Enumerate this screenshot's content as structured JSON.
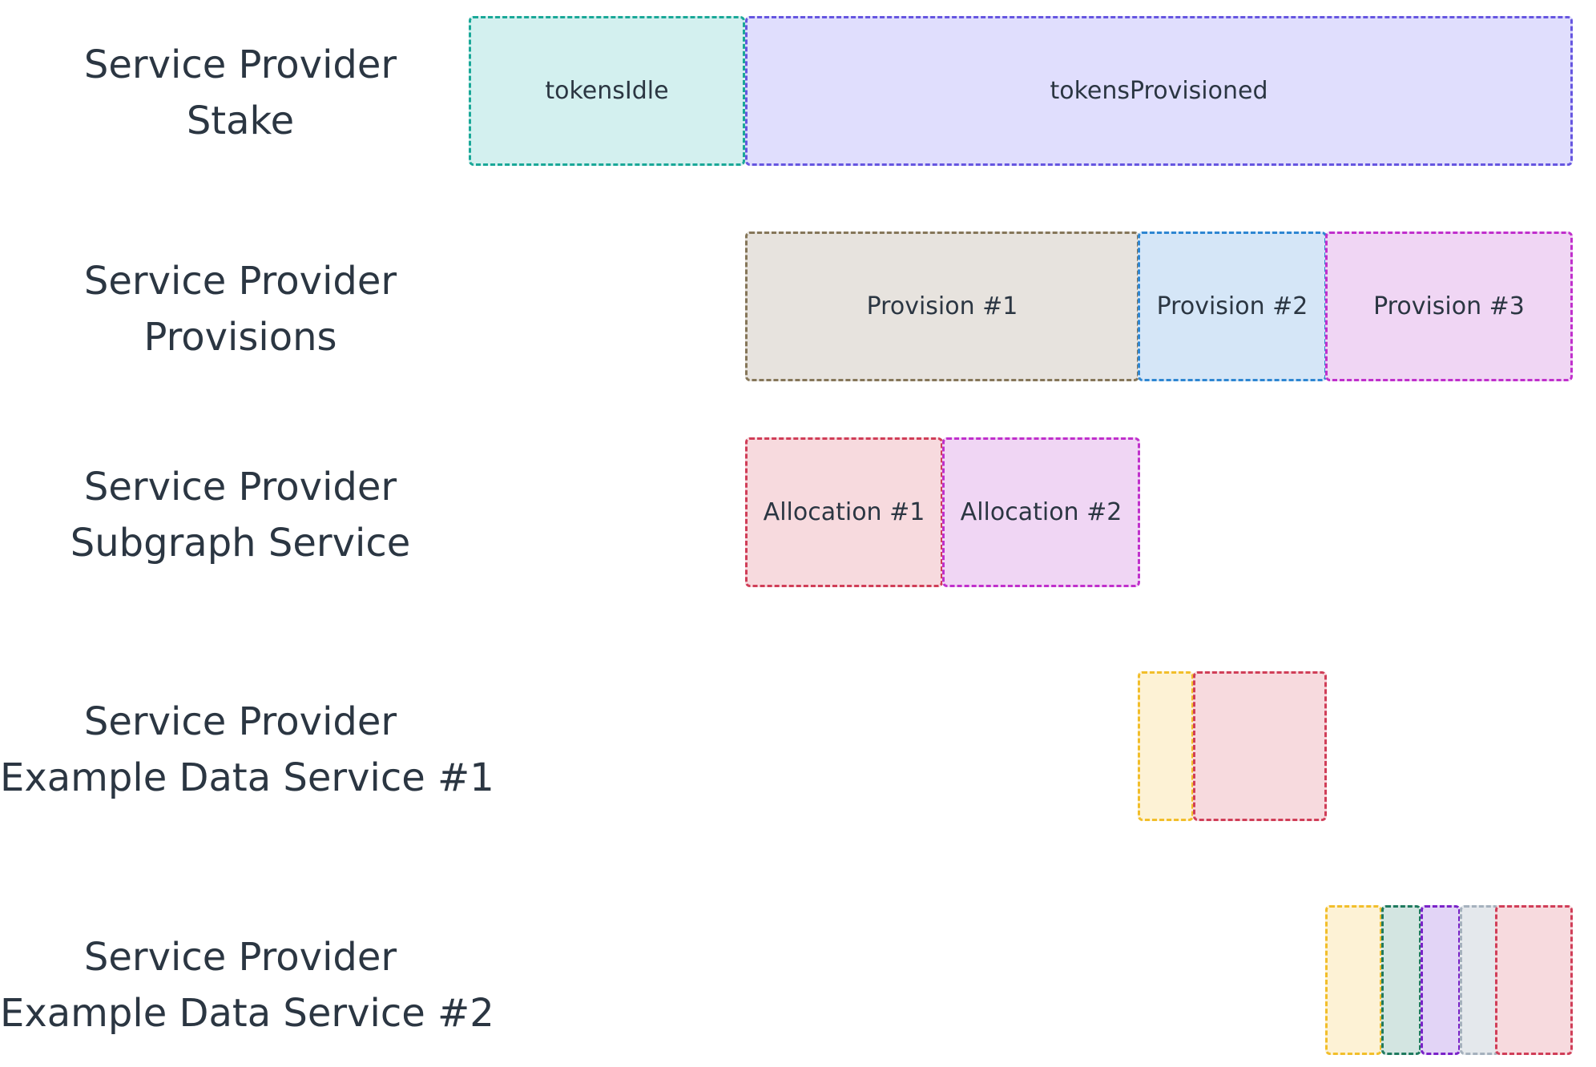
{
  "rows": [
    {
      "id": "stake",
      "label_lines": [
        "Service Provider",
        "Stake"
      ],
      "blocks": [
        {
          "id": "tokens-idle",
          "label": "tokensIdle",
          "border": "#1aa898",
          "fill": "#d3f0ef"
        },
        {
          "id": "tokens-provisioned",
          "label": "tokensProvisioned",
          "border": "#6656e0",
          "fill": "#e0defd"
        }
      ]
    },
    {
      "id": "provisions",
      "label_lines": [
        "Service Provider",
        "Provisions"
      ],
      "blocks": [
        {
          "id": "provision-1",
          "label": "Provision #1",
          "border": "#857659",
          "fill": "#e7e3de"
        },
        {
          "id": "provision-2",
          "label": "Provision #2",
          "border": "#2e86d2",
          "fill": "#d5e6f7"
        },
        {
          "id": "provision-3",
          "label": "Provision #3",
          "border": "#c030cc",
          "fill": "#f0d6f4"
        }
      ]
    },
    {
      "id": "subgraph-service",
      "label_lines": [
        "Service Provider",
        "Subgraph Service"
      ],
      "blocks": [
        {
          "id": "allocation-1",
          "label": "Allocation #1",
          "border": "#d03e58",
          "fill": "#f7dade"
        },
        {
          "id": "allocation-2",
          "label": "Allocation #2",
          "border": "#c030cc",
          "fill": "#f0d6f4"
        }
      ]
    },
    {
      "id": "example-data-service-1",
      "label_lines": [
        "Service Provider",
        "Example Data Service #1"
      ],
      "blocks": [
        {
          "id": "eds1-block-1",
          "label": "",
          "border": "#f2be2a",
          "fill": "#fdf2d5"
        },
        {
          "id": "eds1-block-2",
          "label": "",
          "border": "#d03e58",
          "fill": "#f7dade"
        }
      ]
    },
    {
      "id": "example-data-service-2",
      "label_lines": [
        "Service Provider",
        "Example Data Service #2"
      ],
      "blocks": [
        {
          "id": "eds2-block-1",
          "label": "",
          "border": "#f2be2a",
          "fill": "#fdf2d5"
        },
        {
          "id": "eds2-block-2",
          "label": "",
          "border": "#1f7a5e",
          "fill": "#d3e5e1"
        },
        {
          "id": "eds2-block-3",
          "label": "",
          "border": "#7a22c8",
          "fill": "#e2d4f6"
        },
        {
          "id": "eds2-block-4",
          "label": "",
          "border": "#a5b1bd",
          "fill": "#e4e8ec"
        },
        {
          "id": "eds2-block-5",
          "label": "",
          "border": "#d03e58",
          "fill": "#f7dade"
        }
      ]
    }
  ]
}
